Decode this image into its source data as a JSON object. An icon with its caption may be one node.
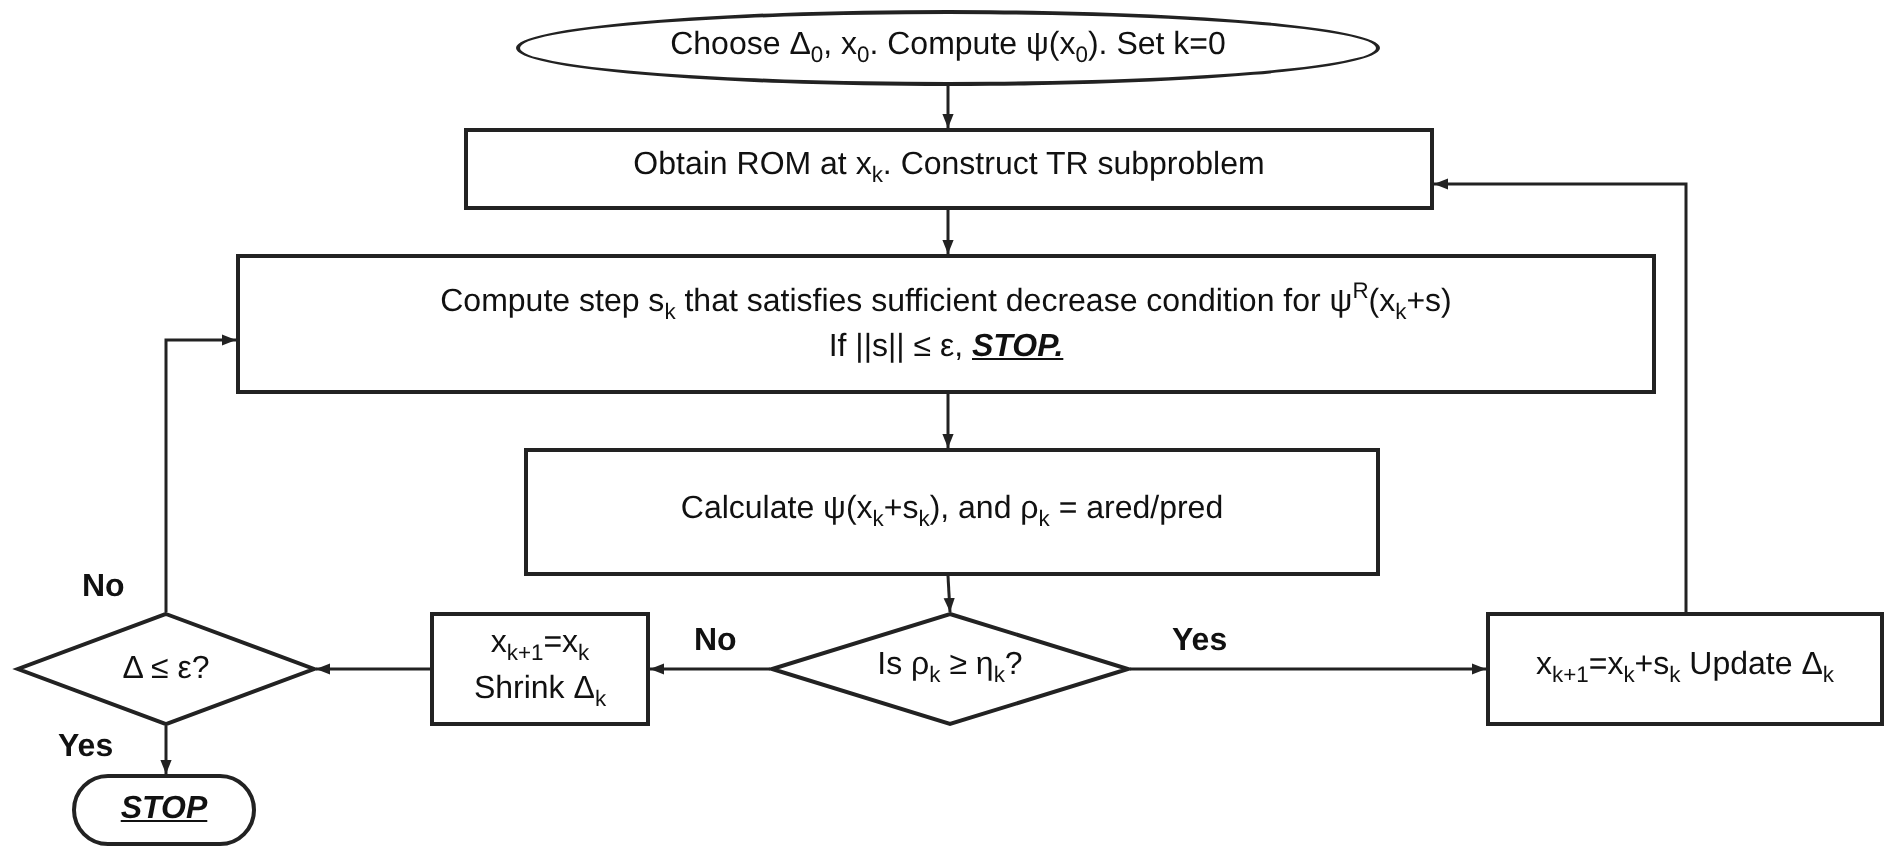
{
  "diagram": {
    "nodes": [
      {
        "text": [
          "Choose Δ$_{0}$, x$_{0}$. Compute ψ(x$_{0}$). Set k=0"
        ]
      },
      {
        "text": [
          "Obtain ROM at x$_{k}$. Construct TR subproblem"
        ]
      },
      {
        "text": [
          "Compute step s$_{k}$ that satisfies sufficient decrease condition for ψ$^{R}$(x$_{k}$+s)",
          "If ||s|| ≤ ε, **STOP.**"
        ]
      },
      {
        "text": [
          "Calculate ψ(x$_{k}$+s$_{k}$), and ρ$_{k}$ = ared/pred"
        ]
      },
      {
        "text": [
          "Is ρ$_{k}$ ≥ η$_{k}$?"
        ]
      },
      {
        "text": [
          "x$_{k+1}$=x$_{k}$ Shrink Δ$_{k}$"
        ]
      },
      {
        "text": [
          "Δ ≤ ε?"
        ]
      },
      {
        "text": [
          "x$_{k+1}$=x$_{k}$+s$_{k}$ Update Δ$_{k}$"
        ]
      },
      {
        "text": [
          "STOP"
        ]
      }
    ],
    "edges": [
      {
        "from": 0,
        "to": 1,
        "arrow": "to"
      },
      {
        "from": 1,
        "to": 2,
        "arrow": "to"
      },
      {
        "from": 2,
        "to": 3,
        "arrow": "to"
      },
      {
        "from": 3,
        "to": 4,
        "arrow": "to"
      },
      {
        "from": 4,
        "to": 5,
        "arrow": "to",
        "label": "No"
      },
      {
        "from": 4,
        "to": 7,
        "arrow": "to",
        "label": "Yes"
      },
      {
        "from": 5,
        "to": 6,
        "arrow": "to"
      },
      {
        "from": 6,
        "to": 2,
        "arrow": "to",
        "label": "No"
      },
      {
        "from": 6,
        "to": 8,
        "arrow": "to",
        "label": "Yes"
      },
      {
        "from": 7,
        "to": 1,
        "arrow": "to"
      }
    ]
  }
}
